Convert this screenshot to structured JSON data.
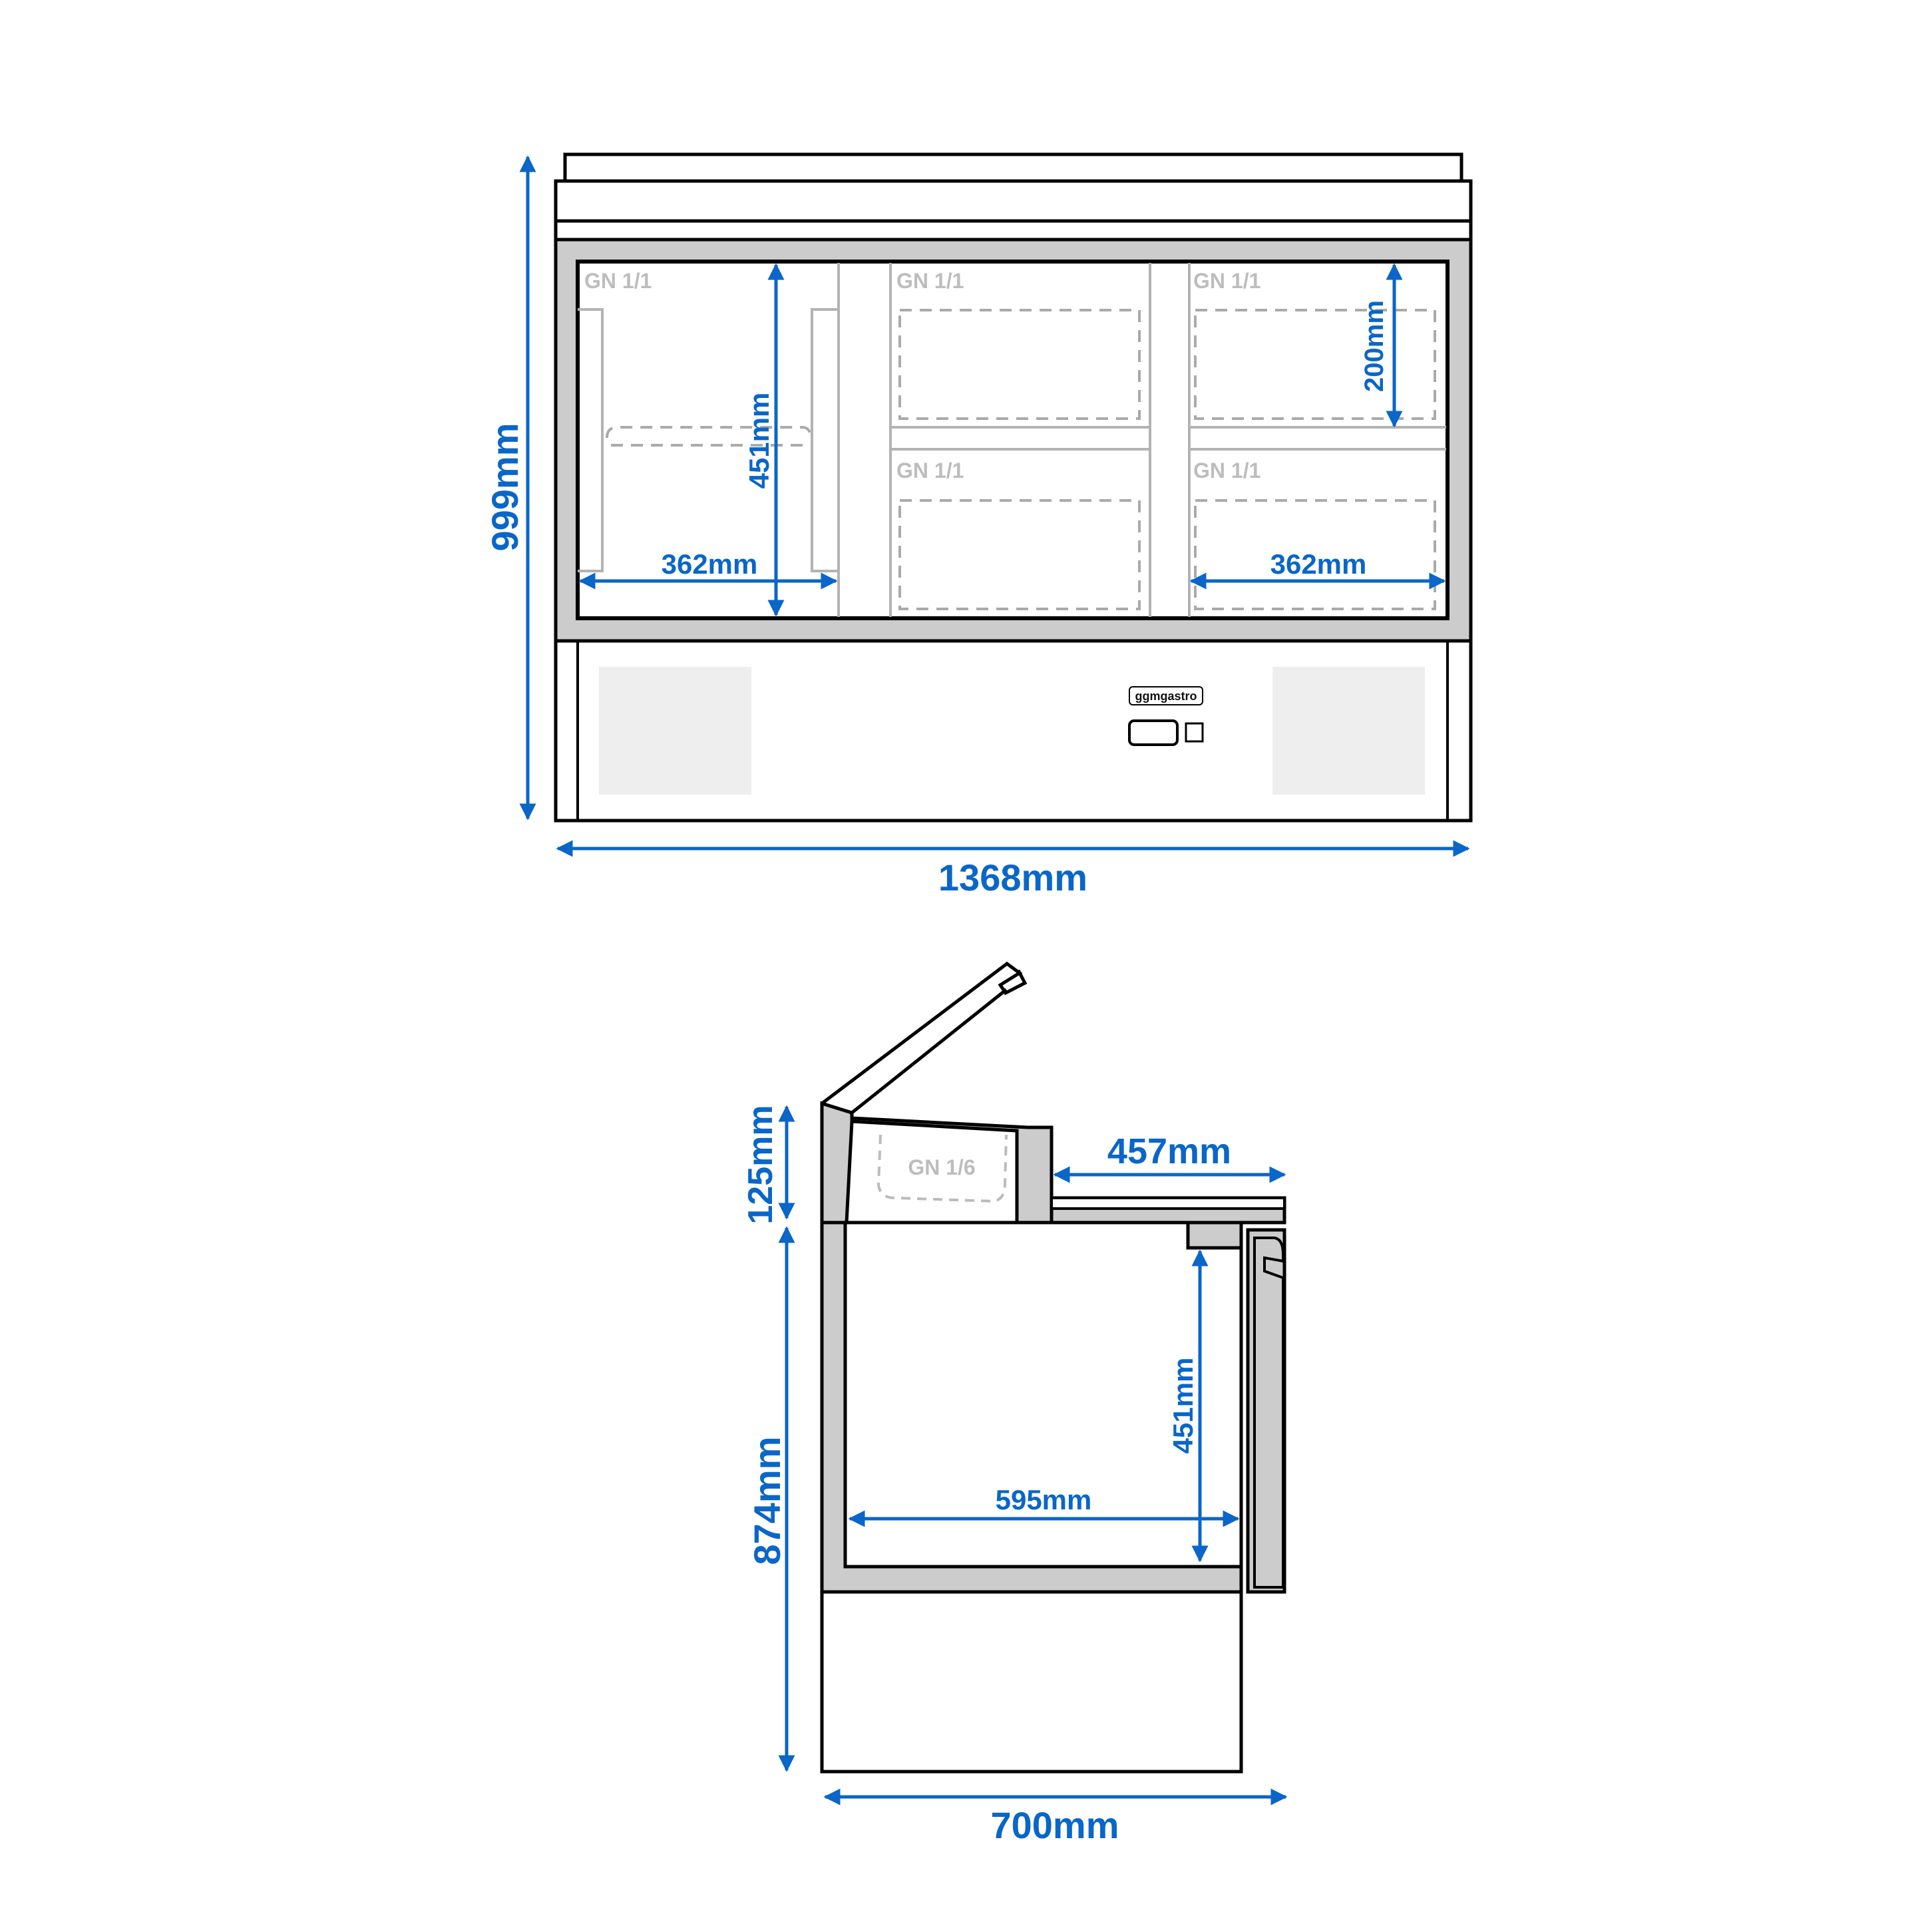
{
  "colors": {
    "dimension": "#0a66c8",
    "outline": "#000000",
    "insulation": "#cccccc",
    "vent": "#eeeeee",
    "gn_label": "#bdbdbd"
  },
  "front_view": {
    "overall_height": "999mm",
    "overall_width": "1368mm",
    "compartment_height": "451mm",
    "compartment_width_left": "362mm",
    "compartment_width_right": "362mm",
    "pan_depth": "200mm",
    "gn_labels": [
      "GN 1/1",
      "GN 1/1",
      "GN 1/1",
      "GN 1/1",
      "GN 1/1"
    ],
    "brand_logo": "ggmgastro"
  },
  "side_view": {
    "top_height": "125mm",
    "body_height": "874mm",
    "worktop_depth": "457mm",
    "interior_height": "451mm",
    "interior_depth": "595mm",
    "overall_depth": "700mm",
    "gn_label": "GN 1/6"
  }
}
